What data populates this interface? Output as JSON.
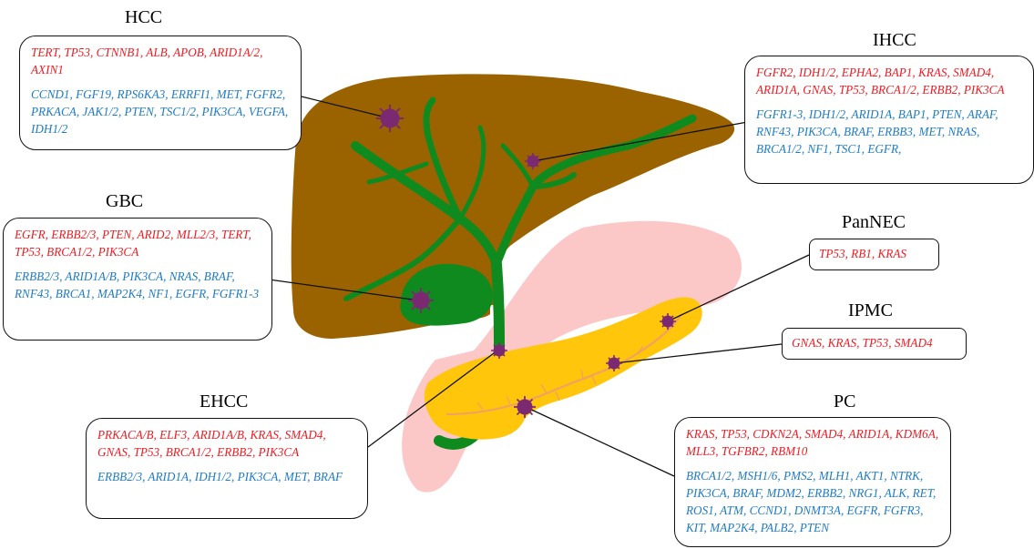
{
  "panels": {
    "hcc": {
      "title": "HCC",
      "up": "TERT, TP53, CTNNB1, ALB, APOB, ARID1A/2, AXIN1",
      "down": "CCND1, FGF19, RPS6KA3, ERRFI1, MET, FGFR2, PRKACA, JAK1/2, PTEN, TSC1/2, PIK3CA, VEGFA, IDH1/2"
    },
    "ihcc": {
      "title": "IHCC",
      "up": "FGFR2, IDH1/2, EPHA2, BAP1, KRAS, SMAD4, ARID1A, GNAS, TP53, BRCA1/2, ERBB2, PIK3CA",
      "down": "FGFR1-3, IDH1/2, ARID1A, BAP1, PTEN, ARAF, RNF43, PIK3CA, BRAF, ERBB3, MET, NRAS, BRCA1/2, NF1, TSC1, EGFR,"
    },
    "gbc": {
      "title": "GBC",
      "up": "EGFR, ERBB2/3, PTEN, ARID2, MLL2/3, TERT, TP53, BRCA1/2, PIK3CA",
      "down": "ERBB2/3, ARID1A/B, PIK3CA, NRAS, BRAF, RNF43, BRCA1, MAP2K4, NF1, EGFR, FGFR1-3"
    },
    "pannec": {
      "title": "PanNEC",
      "up": "TP53, RB1, KRAS"
    },
    "ipmc": {
      "title": "IPMC",
      "up": "GNAS, KRAS, TP53, SMAD4"
    },
    "ehcc": {
      "title": "EHCC",
      "up": "PRKACA/B, ELF3, ARID1A/B, KRAS, SMAD4, GNAS, TP53, BRCA1/2, ERBB2, PIK3CA",
      "down": "ERBB2/3, ARID1A, IDH1/2, PIK3CA, MET, BRAF"
    },
    "pc": {
      "title": "PC",
      "up": "KRAS, TP53, CDKN2A, SMAD4, ARID1A, KDM6A, MLL3, TGFBR2, RBM10",
      "down": "BRCA1/2, MSH1/6, PMS2, MLH1, AKT1, NTRK, PIK3CA, BRAF, MDM2, ERBB2, NRG1, ALK, RET, ROS1, ATM, CCND1, DNMT3A, EGFR, FGFR3, KIT, MAP2K4, PALB2, PTEN"
    }
  },
  "colors": {
    "liver": "#9a6300",
    "duct": "#0f8a1f",
    "pancreas": "#ffc60c",
    "stomach": "#fcc7c7",
    "tumor": "#7b2a72",
    "up_text": "#ee1c23",
    "down_text": "#1f7cc4"
  }
}
